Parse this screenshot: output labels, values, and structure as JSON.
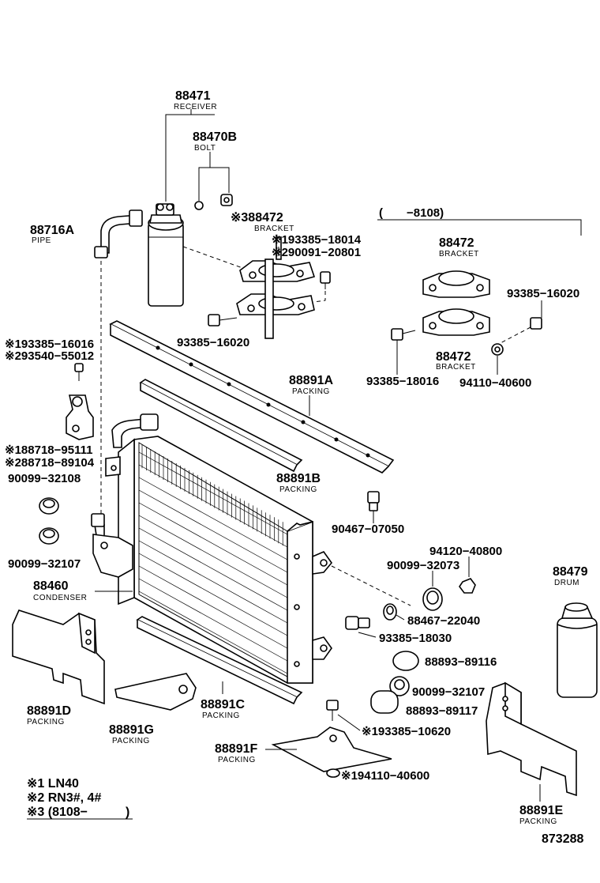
{
  "labels": {
    "receiver_pn": "88471",
    "receiver_nm": "RECEIVER",
    "bolt_pn": "88470B",
    "bolt_nm": "BOLT",
    "pipe_pn": "88716A",
    "pipe_nm": "PIPE",
    "bracket_main_pn": "※388472",
    "bracket_main_nm": "BRACKET",
    "bolt_a1": "※193385−18014",
    "bolt_a2": "※290091−20801",
    "bolt_b": "93385−16020",
    "range_note": "(　　−8108)",
    "bracket_r1_pn": "88472",
    "bracket_r1_nm": "BRACKET",
    "bolt_r1": "93385−16020",
    "bracket_r2_pn": "88472",
    "bracket_r2_nm": "BRACKET",
    "bolt_r2": "93385−18016",
    "nut_r2": "94110−40600",
    "bolt_c1": "※193385−16016",
    "bolt_c2": "※293540−55012",
    "pack_a_pn": "88891A",
    "pack_a_nm": "PACKING",
    "clamp1": "※188718−95111",
    "clamp2": "※288718−89104",
    "grom1": "90099−32108",
    "pack_b_pn": "88891B",
    "pack_b_nm": "PACKING",
    "bolt_d": "90467−07050",
    "grom2": "90099−32107",
    "cond_pn": "88460",
    "cond_nm": "CONDENSER",
    "nut_e": "94120−40800",
    "grom3": "90099−32073",
    "drum_pn": "88479",
    "drum_nm": "DRUM",
    "spacer": "88467−22040",
    "bolt_f": "93385−18030",
    "cap1": "88893−89116",
    "grom4": "90099−32107",
    "cap2": "88893−89117",
    "pack_d_pn": "88891D",
    "pack_d_nm": "PACKING",
    "pack_c_pn": "88891C",
    "pack_c_nm": "PACKING",
    "pack_g_pn": "88891G",
    "pack_g_nm": "PACKING",
    "bolt_g": "※193385−10620",
    "pack_f_pn": "88891F",
    "pack_f_nm": "PACKING",
    "nut_g": "※194110−40600",
    "pack_e_pn": "88891E",
    "pack_e_nm": "PACKING",
    "note1": "※1 LN40",
    "note2": "※2 RN3#, 4#",
    "note3": "※3 (8108−　　　)",
    "fig_no": "873288"
  }
}
